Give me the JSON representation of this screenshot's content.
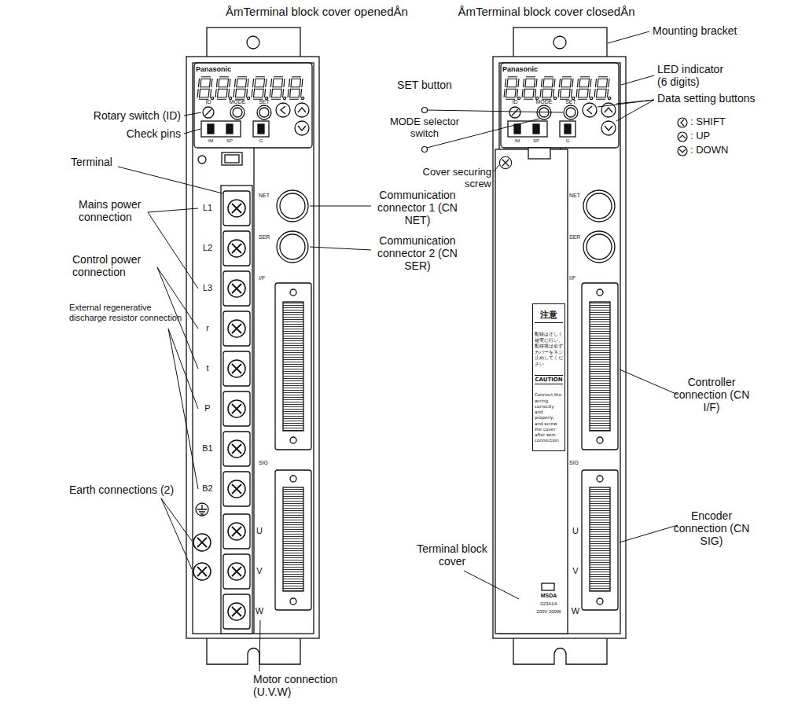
{
  "diagram": {
    "nodes": [
      {
        "text": [
          "注意",
          "配線は正しく確実に行い、配線後は必ずカバーをネジ止めしてください",
          "CAUTION",
          "Connect the wiring correctly and properly, and screw the cover after wire connection"
        ]
      }
    ],
    "labels": [
      "ÅmTerminal block cover openedÅn",
      "ÅmTerminal block cover closedÅn",
      "Mounting bracket",
      "SET button",
      "MODE selector switch",
      "Rotary switch (ID)",
      "LED indicator (6 digits)",
      "Data setting buttons",
      "Check pins",
      ": SHIFT",
      ": UP",
      ": DOWN",
      "Cover securing screw",
      "Terminal",
      "Mains power connection",
      "Control power connection",
      "External regenerative discharge resistor connection",
      "Communication connector 1 (CN NET)",
      "Communication connector 2 (CN SER)",
      "Controller connection (CN I/F)",
      "Encoder connection (CN SIG)",
      "Earth connections (2)",
      "Terminal block cover",
      "Motor connection (U.V.W)",
      "Panasonic",
      "ID",
      "MODE",
      "SET",
      "IM",
      "SP",
      "G",
      "NET",
      "SER",
      "I/F",
      "SIG",
      "L1",
      "L2",
      "L3",
      "r",
      "t",
      "P",
      "B1",
      "B2",
      "U",
      "V",
      "W",
      "Panasonic",
      "ID",
      "MODE",
      "SET",
      "IM",
      "SP",
      "G",
      "NET",
      "SER",
      "I/F",
      "SIG",
      "U",
      "V",
      "W",
      "MSDA",
      "023A1A",
      "200V 200W"
    ]
  }
}
